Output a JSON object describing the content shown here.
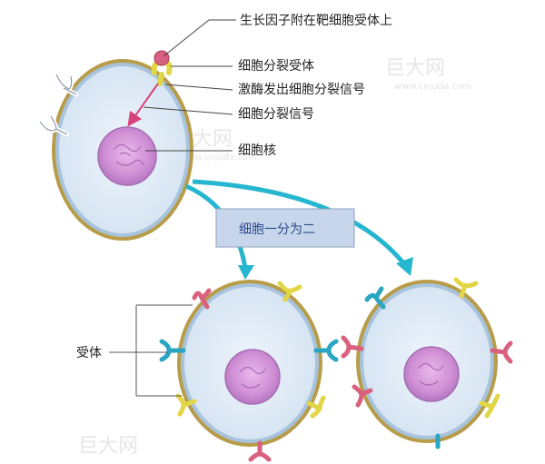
{
  "labels": {
    "growth_factor": "生长因子附在靶细胞受体上",
    "receptor_top": "细胞分裂受体",
    "enzyme_signal": "激酶发出细胞分裂信号",
    "division_signal": "细胞分裂信号",
    "nucleus": "细胞核",
    "division_box": "细胞一分为二",
    "receptor_bottom": "受体"
  },
  "watermarks": {
    "brand": "巨大网",
    "site": "www.cnjuda.com"
  },
  "colors": {
    "cell_fill": "#dce8f4",
    "cell_outer": "#b79d4a",
    "cell_inner": "#aac3db",
    "nucleus": "#d8a0dc",
    "arrow": "#27b6cf",
    "box_fill": "#c8d6ec",
    "receptor_white": "#ffffff",
    "receptor_pink": "#d9607f",
    "receptor_teal": "#2aa6c4",
    "receptor_yellow": "#e2d646"
  }
}
